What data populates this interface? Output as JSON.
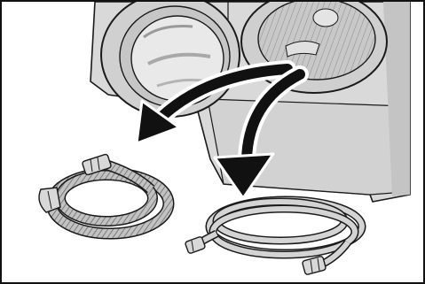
{
  "figure": {
    "caption": "",
    "colors": {
      "line": "#1a1a1a",
      "machine_fill": "#d9d9d9",
      "machine_shadow": "#c4c4c4",
      "drum_fill": "#bdbdbd",
      "glass_fill": "#e9e9e9",
      "hose_corrugated": "#bcbcbc",
      "hose_smooth": "#d4d4d4",
      "arrow": "#111111",
      "arrow_outline": "#ffffff"
    },
    "icons": [
      "washing-machine",
      "door-glass",
      "drum",
      "curved-arrow",
      "curved-arrow",
      "corrugated-hose",
      "smooth-hose"
    ]
  }
}
